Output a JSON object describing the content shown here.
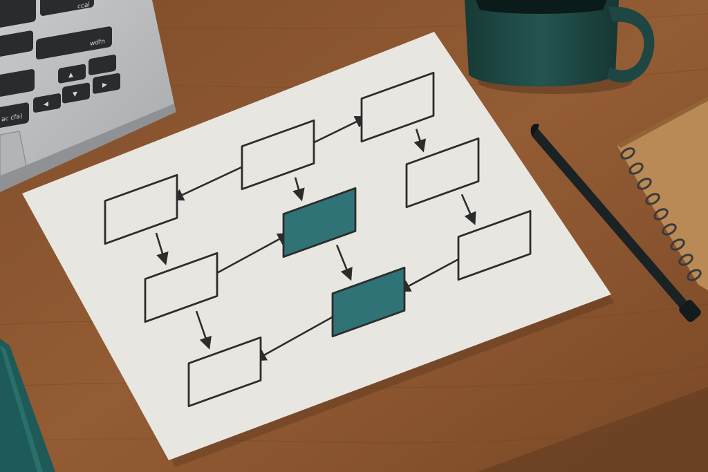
{
  "scene": {
    "description_free": true,
    "colors": {
      "desk": "#8a5630",
      "desk_dark": "#6f4324",
      "desk_light": "#a06a40",
      "paper": "#e8e6e1",
      "ink": "#2c2c2c",
      "teal": "#2f7377",
      "mug": "#1f4a45",
      "laptop": "#b9bbbd",
      "laptop_dark": "#9a9c9f",
      "key": "#2a2b2e",
      "pen": "#1a2224",
      "notebook": "#b98a56",
      "spiral": "#3a3a3a"
    },
    "icons": {
      "laptop": "laptop-icon",
      "mug": "coffee-mug-icon",
      "pen": "pen-icon",
      "notebook": "spiral-notebook-icon"
    }
  },
  "laptop_keys": {
    "labels": [
      "ccal",
      "wdfn",
      "ac cfa)"
    ]
  },
  "flowchart": {
    "boxes": [
      {
        "id": "b1",
        "filled": false
      },
      {
        "id": "b2",
        "filled": false
      },
      {
        "id": "b3",
        "filled": false
      },
      {
        "id": "b4",
        "filled": true
      },
      {
        "id": "b5",
        "filled": false
      },
      {
        "id": "b6",
        "filled": false
      },
      {
        "id": "b7",
        "filled": false
      },
      {
        "id": "b8",
        "filled": true
      },
      {
        "id": "b9",
        "filled": false
      },
      {
        "id": "b10",
        "filled": false
      }
    ],
    "arrows": [
      {
        "from": "b2",
        "to": "b3"
      },
      {
        "from": "b2",
        "to": "b1"
      },
      {
        "from": "b2",
        "to": "b4"
      },
      {
        "from": "b3",
        "to": "b6"
      },
      {
        "from": "b1",
        "to": "b5"
      },
      {
        "from": "b5",
        "to": "b4"
      },
      {
        "from": "b4",
        "to": "b8"
      },
      {
        "from": "b6",
        "to": "b7"
      },
      {
        "from": "b7",
        "to": "b8"
      },
      {
        "from": "b5",
        "to": "b9"
      },
      {
        "from": "b8",
        "to": "b9"
      }
    ]
  }
}
